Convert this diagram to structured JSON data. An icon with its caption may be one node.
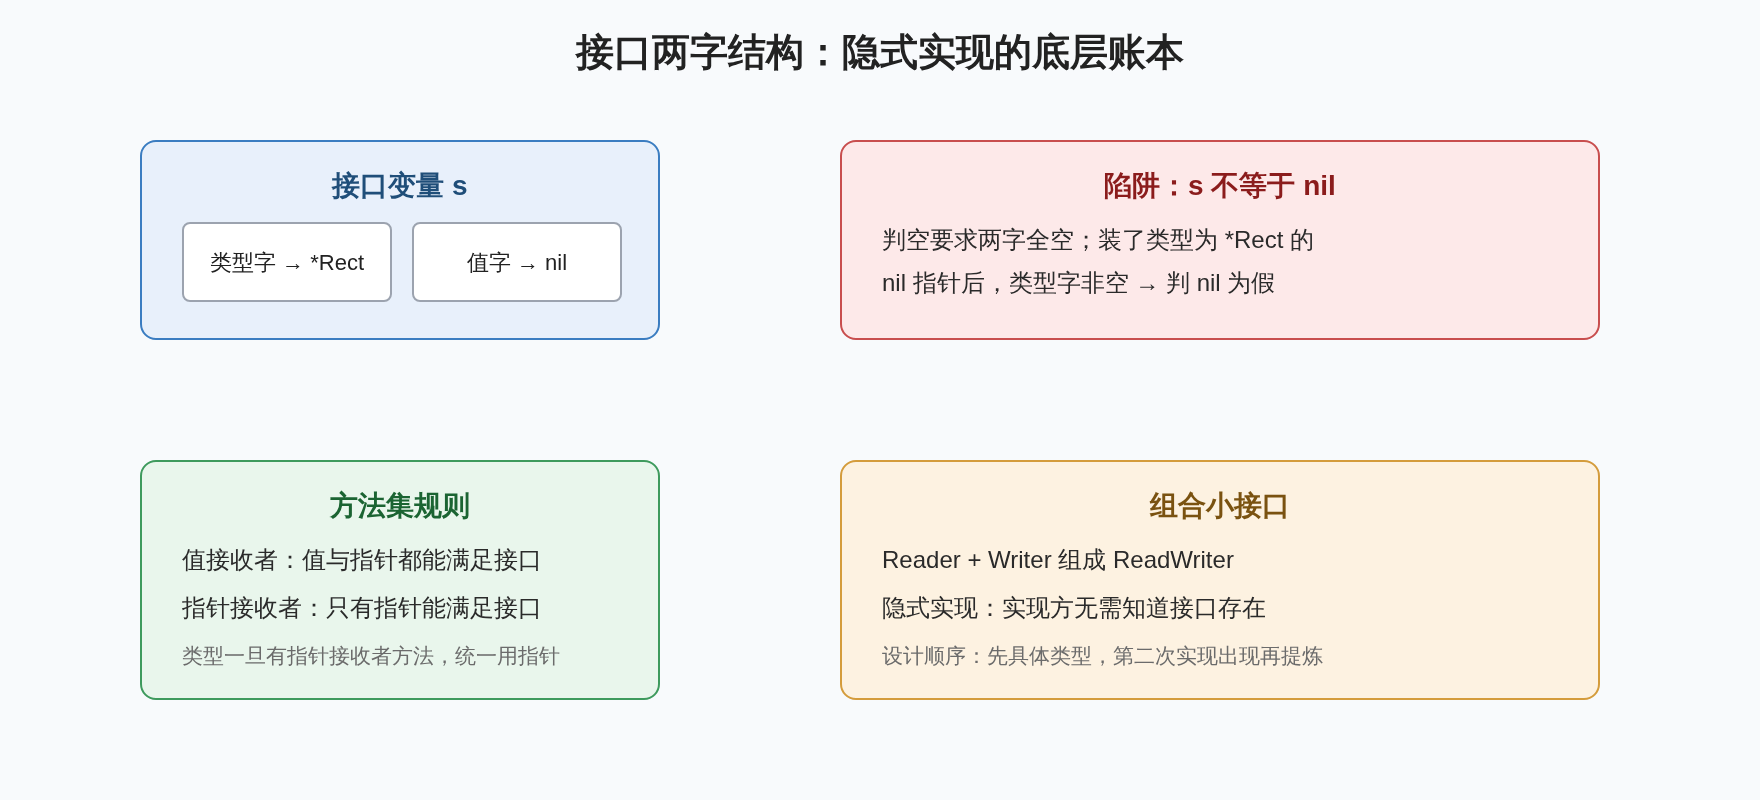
{
  "diagram": {
    "title": "接口两字结构：隐式实现的底层账本",
    "nodes": [
      {
        "text": [
          "接口变量 s"
        ]
      },
      {
        "text": [
          "类型字 → *Rect"
        ],
        "in": 0
      },
      {
        "text": [
          "值字 → nil"
        ],
        "in": 0
      },
      {
        "text": [
          "陷阱：s 不等于 nil",
          "判空要求两字全空；装了类型为 *Rect 的 nil 指针后，类型字非空 → 判 nil 为假"
        ]
      },
      {
        "text": [
          "方法集规则",
          "值接收者：值与指针都能满足接口",
          "指针接收者：只有指针能满足接口",
          "类型一旦有指针接收者方法，统一用指针"
        ]
      },
      {
        "text": [
          "组合小接口",
          "Reader + Writer 组成 ReadWriter",
          "隐式实现：实现方无需知道接口存在",
          "设计顺序：先具体类型，第二次实现出现再提炼"
        ]
      }
    ]
  }
}
